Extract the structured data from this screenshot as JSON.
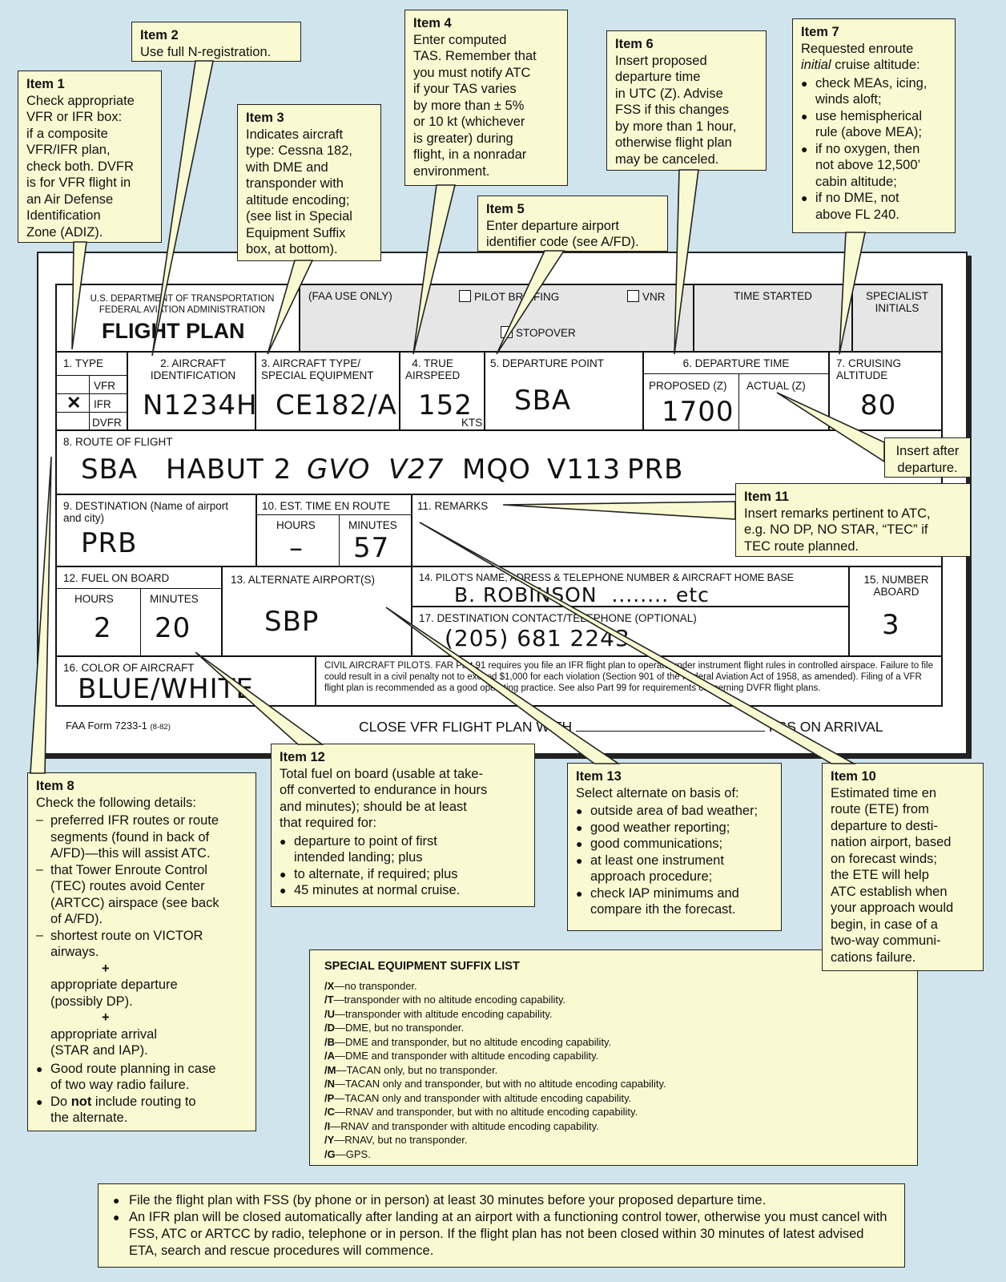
{
  "callouts": {
    "item1": {
      "title": "Item 1",
      "body": "Check appropriate\nVFR or IFR box:\nif a composite\nVFR/IFR plan,\ncheck both. DVFR\nis for VFR flight in\nan Air Defense\nIdentification\nZone (ADIZ)."
    },
    "item2": {
      "title": "Item 2",
      "body": "Use full N-registration."
    },
    "item3": {
      "title": "Item 3",
      "body": "Indicates aircraft\ntype: Cessna 182,\nwith DME and\ntransponder with\naltitude encoding;\n(see list in Special\nEquipment Suffix\nbox, at bottom)."
    },
    "item4": {
      "title": "Item 4",
      "body": "Enter computed\nTAS. Remember that\nyou must notify ATC\nif your TAS varies\nby more than ± 5%\nor 10 kt (whichever\nis greater) during\nflight, in a nonradar\nenvironment."
    },
    "item5": {
      "title": "Item 5",
      "body": "Enter departure airport\nidentifier code (see A/FD)."
    },
    "item6": {
      "title": "Item 6",
      "body": "Insert proposed\ndeparture time\nin UTC (Z). Advise\nFSS if this changes\nby more than 1 hour,\notherwise flight plan\nmay be canceled."
    },
    "item7": {
      "title": "Item 7",
      "intro_pre": "Requested enroute",
      "intro_em": "initial",
      "intro_post": " cruise altitude:",
      "bullets": [
        "check MEAs, icing,\nwinds aloft;",
        "use hemispherical\nrule (above MEA);",
        "if no oxygen, then\nnot above 12,500’\ncabin altitude;",
        "if no DME, not\nabove FL 240."
      ]
    },
    "insert_after": {
      "body": "Insert after\ndeparture."
    },
    "item11": {
      "title": "Item 11",
      "body": "Insert remarks pertinent to ATC,\ne.g. NO DP, NO STAR, “TEC” if\nTEC route planned."
    },
    "item8": {
      "title": "Item 8",
      "intro": "Check the following details:",
      "dashes": [
        "preferred IFR routes or route\nsegments (found in back of\nA/FD)—this will assist ATC.",
        "that Tower Enroute Control\n(TEC) routes avoid Center\n(ARTCC) airspace (see back\nof A/FD).",
        "shortest route on VICTOR\nairways."
      ],
      "plus": "+",
      "extra1": "appropriate departure\n(possibly DP).",
      "extra2": "appropriate arrival\n(STAR and IAP).",
      "bullet1": "Good route planning in case\nof two way radio failure.",
      "bullet2_pre": "Do ",
      "bullet2_bold": "not",
      "bullet2_post": " include routing to\nthe alternate."
    },
    "item12": {
      "title": "Item 12",
      "body": "Total fuel on board (usable at take-\noff converted to endurance in hours\nand minutes); should be at least\nthat required for:",
      "bullets": [
        "departure to point of first\nintended landing; plus",
        "to alternate, if required; plus",
        "45 minutes at normal cruise."
      ]
    },
    "item13": {
      "title": "Item 13",
      "body": "Select alternate on basis of:",
      "bullets": [
        "outside area of bad weather;",
        "good weather reporting;",
        "good communications;",
        "at least one instrument\napproach procedure;",
        "check IAP minimums and\ncompare ith the forecast."
      ]
    },
    "item10": {
      "title": "Item 10",
      "body": "Estimated time en\nroute (ETE) from\ndeparture to desti-\nnation airport, based\non forecast winds;\nthe ETE will help\nATC establish when\nyour approach would\nbegin, in case of a\ntwo-way communi-\ncations failure."
    }
  },
  "form": {
    "agency": "U.S. DEPARTMENT OF TRANSPORTATION\nFEDERAL AVIATION ADMINISTRATION",
    "title": "FLIGHT PLAN",
    "faa_use_only": "(FAA USE ONLY)",
    "pilot_briefing": "PILOT BRIEFING",
    "vnr": "VNR",
    "stopover": "STOPOVER",
    "time_started": "TIME STARTED",
    "specialist_initials": "SPECIALIST\nINITIALS",
    "f1_label": "1. TYPE",
    "vfr": "VFR",
    "ifr": "IFR",
    "dvfr": "DVFR",
    "check_mark": "✕",
    "f2_label": "2. AIRCRAFT\nIDENTIFICATION",
    "f2_value": "N1234H",
    "f3_label": "3. AIRCRAFT TYPE/\nSPECIAL EQUIPMENT",
    "f3_value": "CE182/A",
    "f4_label": "4. TRUE\nAIRSPEED",
    "f4_value": "152",
    "f4_unit": "KTS",
    "f5_label": "5. DEPARTURE POINT",
    "f5_value": "SBA",
    "f6_label": "6. DEPARTURE TIME",
    "f6_proposed": "PROPOSED (Z)",
    "f6_actual": "ACTUAL (Z)",
    "f6_value": "1700",
    "f7_label": "7. CRUISING\nALTITUDE",
    "f7_value": "80",
    "f8_label": "8. ROUTE OF FLIGHT",
    "route": [
      "SBA",
      "HABUT 2",
      "GVO",
      "V27",
      "MQO",
      "V113",
      "PRB"
    ],
    "f9_label": "9. DESTINATION (Name of airport\nand city)",
    "f9_value": "PRB",
    "f10_label": "10. EST. TIME EN ROUTE",
    "f10_hours": "HOURS",
    "f10_minutes": "MINUTES",
    "f10_h_value": "–",
    "f10_m_value": "57",
    "f11_label": "11. REMARKS",
    "f12_label": "12. FUEL ON BOARD",
    "f12_hours": "HOURS",
    "f12_minutes": "MINUTES",
    "f12_h_value": "2",
    "f12_m_value": "20",
    "f13_label": "13. ALTERNATE AIRPORT(S)",
    "f13_value": "SBP",
    "f14_label": "14. PILOT'S NAME, ADRESS & TELEPHONE NUMBER & AIRCRAFT HOME BASE",
    "f14_value": "B. ROBINSON  ........ etc",
    "f17_label": "17. DESTINATION CONTACT/TELEPHONE (OPTIONAL)",
    "f17_value": "(205) 681 2243",
    "f15_label": "15. NUMBER\nABOARD",
    "f15_value": "3",
    "f16_label": "16. COLOR OF AIRCRAFT",
    "f16_value": "BLUE/WHITE",
    "civil_text": "CIVIL AIRCRAFT PILOTS. FAR Part 91 requires you file an IFR flight plan to operate under instrument flight rules in controlled airspace. Failure to file could result in a civil penalty not to exceed $1,000 for each violation (Section 901 of the Federal Aviation Act of 1958, as amended). Filing of a VFR flight plan is recommended as a good operating practice. See also Part 99 for requirements concerning DVFR flight plans.",
    "form_number": "FAA Form 7233-1",
    "form_date": "(8-82)",
    "close_pre": "CLOSE VFR FLIGHT PLAN WITH",
    "close_post": "FSS ON ARRIVAL"
  },
  "suffix_list": {
    "title": "SPECIAL EQUIPMENT SUFFIX LIST",
    "items": [
      {
        "code": "/X",
        "desc": "—no transponder."
      },
      {
        "code": "/T",
        "desc": "—transponder with no altitude encoding capability."
      },
      {
        "code": "/U",
        "desc": "—transponder with altitude encoding capability."
      },
      {
        "code": "/D",
        "desc": "—DME, but no transponder."
      },
      {
        "code": "/B",
        "desc": "—DME and transponder, but no altitude encoding capability."
      },
      {
        "code": "/A",
        "desc": "—DME and transponder with altitude encoding capability."
      },
      {
        "code": "/M",
        "desc": "—TACAN only, but no transponder."
      },
      {
        "code": "/N",
        "desc": "—TACAN only and transponder, but with no altitude encoding capability."
      },
      {
        "code": "/P",
        "desc": "—TACAN only and transponder with altitude encoding capability."
      },
      {
        "code": "/C",
        "desc": "—RNAV and transponder, but with no altitude encoding capability."
      },
      {
        "code": "/I",
        "desc": "—RNAV and transponder with altitude encoding capability."
      },
      {
        "code": "/Y",
        "desc": "—RNAV, but no transponder."
      },
      {
        "code": "/G",
        "desc": "—GPS."
      }
    ]
  },
  "notes": [
    "File the flight plan with FSS (by phone or in person) at least 30 minutes before your proposed departure time.",
    "An IFR plan will be closed automatically after landing at an airport with a functioning control tower, otherwise you must cancel with FSS, ATC or ARTCC by radio, telephone or in person. If the flight plan has not been closed within 30 minutes of latest advised ETA, search and rescue procedures will commence."
  ]
}
